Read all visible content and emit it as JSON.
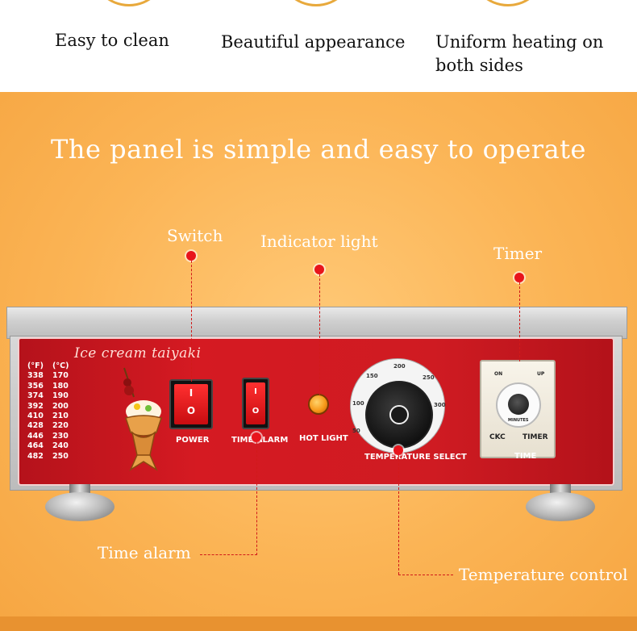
{
  "features": [
    {
      "label": "Easy to clean"
    },
    {
      "label": "Beautiful appearance"
    },
    {
      "label": "Uniform heating on both sides"
    }
  ],
  "headline": "The panel is simple and easy to operate",
  "callouts": {
    "switch": "Switch",
    "indicator_light": "Indicator light",
    "timer": "Timer",
    "time_alarm": "Time alarm",
    "temperature_control": "Temperature control"
  },
  "panel": {
    "title": "Ice cream taiyaki",
    "temp_header_f": "(°F)",
    "temp_header_c": "(°C)",
    "temps": [
      [
        "338",
        "170"
      ],
      [
        "356",
        "180"
      ],
      [
        "374",
        "190"
      ],
      [
        "392",
        "200"
      ],
      [
        "410",
        "210"
      ],
      [
        "428",
        "220"
      ],
      [
        "446",
        "230"
      ],
      [
        "464",
        "240"
      ],
      [
        "482",
        "250"
      ]
    ],
    "power_label": "POWER",
    "time_alarm_label": "TIME ALARM",
    "hot_light_label": "HOT LIGHT",
    "temperature_select_label": "TEMPERATURE SELECT",
    "time_label": "TIME",
    "switch_on_glyph": "I",
    "switch_off_glyph": "O",
    "dial_numbers": [
      "50",
      "100",
      "150",
      "200",
      "250",
      "300"
    ],
    "timer_brand": "CKC",
    "timer_model": "TIMER",
    "timer_on": "ON",
    "timer_up": "UP",
    "timer_minutes": "MINUTES"
  },
  "colors": {
    "accent_red": "#e8141c",
    "orange_bg": "#fbb455",
    "panel_red": "#d51a22",
    "ring_gold": "#e8a93c"
  }
}
